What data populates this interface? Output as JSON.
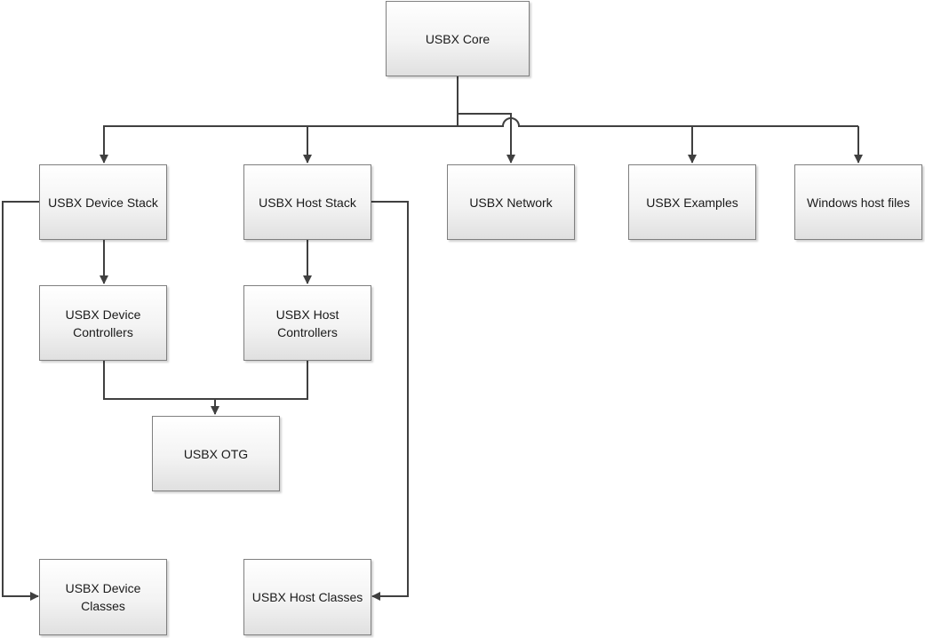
{
  "nodes": {
    "core": {
      "label": "USBX Core"
    },
    "device_stack": {
      "label": "USBX Device Stack"
    },
    "host_stack": {
      "label": "USBX Host Stack"
    },
    "network": {
      "label": "USBX Network"
    },
    "examples": {
      "label": "USBX Examples"
    },
    "windows_host": {
      "label": "Windows host files"
    },
    "device_controllers": {
      "label": "USBX Device Controllers"
    },
    "host_controllers": {
      "label": "USBX Host Controllers"
    },
    "otg": {
      "label": "USBX OTG"
    },
    "device_classes": {
      "label": "USBX Device Classes"
    },
    "host_classes": {
      "label": "USBX Host Classes"
    }
  },
  "colors": {
    "connector": "#404040",
    "border": "#7f7f7f"
  }
}
